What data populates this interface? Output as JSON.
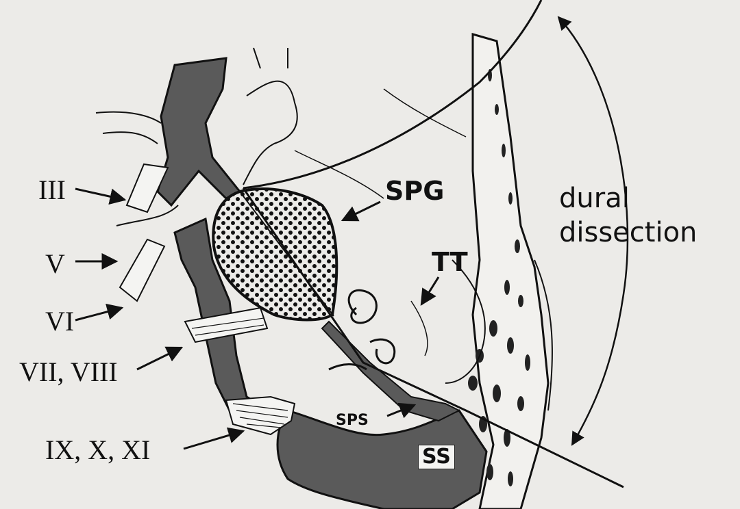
{
  "labels": {
    "cn3": "III",
    "cn5": "V",
    "cn6": "VI",
    "cn7_8": "VII, VIII",
    "cn9_11": "IX, X, XI",
    "spg": "SPG",
    "tt": "TT",
    "sps": "SPS",
    "ss": "SS",
    "dural_line1": "dural",
    "dural_line2": "dissection"
  },
  "colors": {
    "background": "#ecebe8",
    "ink": "#111111",
    "sinus_fill": "#5a5a5a",
    "bone_fill": "#f2f1ee"
  }
}
